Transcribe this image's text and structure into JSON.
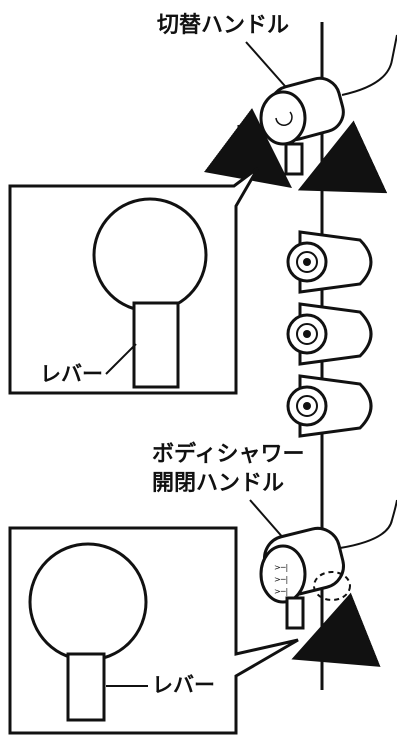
{
  "labels": {
    "switch_handle": "切替ハンドル",
    "lever_top": "レバー",
    "body_shower_line1": "ボディシャワー",
    "body_shower_line2": "開閉ハンドル",
    "lever_bottom": "レバー"
  },
  "icons": {
    "arrows": "curved-arrow-icon",
    "nozzle": "nozzle-icon",
    "handle": "handle-icon"
  },
  "colors": {
    "ink": "#111111",
    "paper": "#ffffff"
  }
}
